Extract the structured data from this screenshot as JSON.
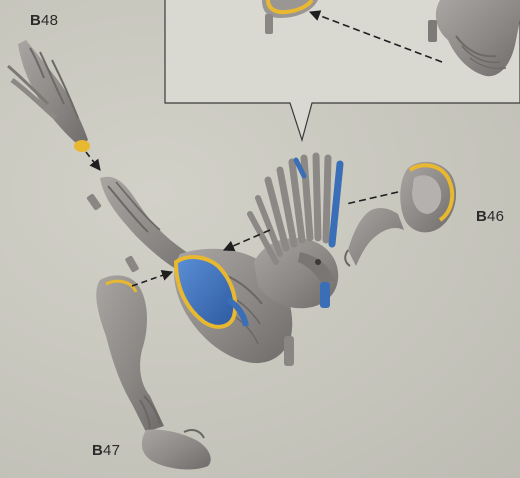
{
  "labels": {
    "b48": {
      "prefix": "B",
      "number": "48"
    },
    "b46": {
      "prefix": "B",
      "number": "46"
    },
    "b47": {
      "prefix": "B",
      "number": "47"
    }
  },
  "colors": {
    "background": "#c9c8c0",
    "model_grey": "#8e8a88",
    "glue_yellow": "#e8b830",
    "joint_blue": "#3a6fb8",
    "callout_box": "#d7d6cf",
    "arrow": "#2b2b2b"
  }
}
